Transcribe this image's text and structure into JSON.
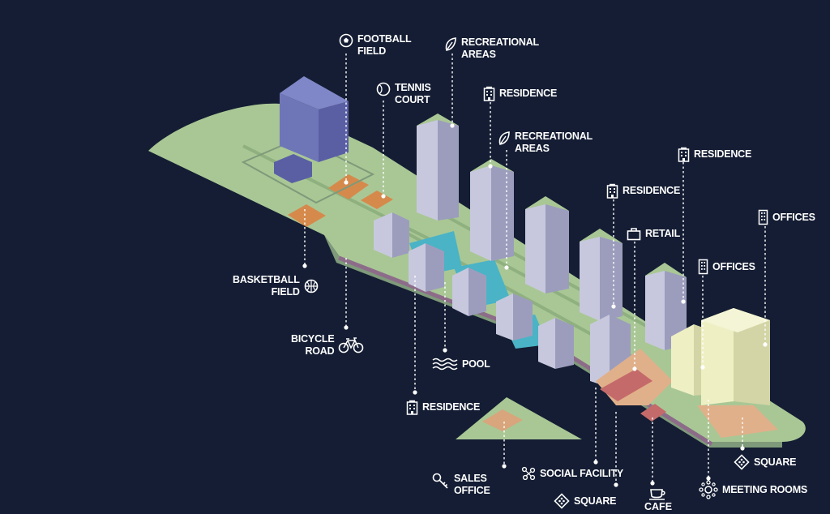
{
  "colors": {
    "background": "#141d33",
    "ground": "#a9c795",
    "ground_shadow": "#7e9a7a",
    "building_light": "#c7c8dd",
    "building_shadow": "#8f90b2",
    "office_light": "#eef0c4",
    "office_shadow": "#c7c99a",
    "sports_field": "#d58a4c",
    "pool": "#4ab3c6",
    "road": "#8d6c8a",
    "square": "#c46a6a",
    "label": "#ffffff",
    "leader": "#ffffff"
  },
  "labels": {
    "football_field": {
      "line1": "FOOTBALL",
      "line2": "FIELD",
      "icon": "football-icon"
    },
    "tennis_court": {
      "line1": "TENNIS",
      "line2": "COURT",
      "icon": "tennis-ball-icon"
    },
    "recreational_1": {
      "line1": "RECREATIONAL",
      "line2": "AREAS",
      "icon": "leaf-icon"
    },
    "residence_1": {
      "line1": "RESIDENCE",
      "icon": "building-icon"
    },
    "recreational_2": {
      "line1": "RECREATIONAL",
      "line2": "AREAS",
      "icon": "leaf-icon"
    },
    "residence_2": {
      "line1": "RESIDENCE",
      "icon": "building-icon"
    },
    "residence_3": {
      "line1": "RESIDENCE",
      "icon": "building-icon"
    },
    "offices_1": {
      "line1": "OFFICES",
      "icon": "office-tower-icon"
    },
    "retail": {
      "line1": "RETAIL",
      "icon": "shopping-bag-icon"
    },
    "offices_2": {
      "line1": "OFFICES",
      "icon": "office-tower-icon"
    },
    "basketball_field": {
      "line1": "BASKETBALL",
      "line2": "FIELD",
      "icon": "basketball-icon"
    },
    "bicycle_road": {
      "line1": "BICYCLE",
      "line2": "ROAD",
      "icon": "bicycle-icon"
    },
    "pool": {
      "line1": "POOL",
      "icon": "waves-icon"
    },
    "residence_4": {
      "line1": "RESIDENCE",
      "icon": "building-icon"
    },
    "sales_office": {
      "line1": "SALES",
      "line2": "OFFICE",
      "icon": "key-icon"
    },
    "social_facility": {
      "line1": "SOCIAL FACILITY",
      "icon": "network-icon"
    },
    "square_1": {
      "line1": "SQUARE",
      "icon": "dice-icon"
    },
    "square_2": {
      "line1": "SQUARE",
      "icon": "dice-icon"
    },
    "cafe": {
      "line1": "CAFE",
      "icon": "coffee-cup-icon"
    },
    "meeting_rooms": {
      "line1": "MEETING ROOMS",
      "icon": "meeting-icon"
    }
  }
}
